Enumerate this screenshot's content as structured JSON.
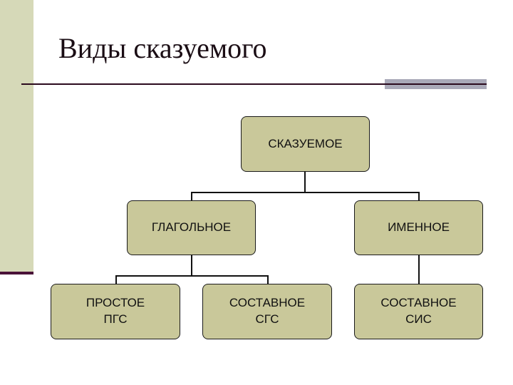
{
  "slide": {
    "title": "Виды сказуемого"
  },
  "diagram": {
    "root": "СКАЗУЕМОЕ",
    "verbal": "ГЛАГОЛЬНОЕ",
    "nominal": "ИМЕННОЕ",
    "simple": "ПРОСТОЕ\nПГС",
    "compound_verbal": "СОСТАВНОЕ\nСГС",
    "compound_nominal": "СОСТАВНОЕ\nСИС"
  },
  "colors": {
    "node_fill": "#c9c89a",
    "side_band": "#d6d9b8",
    "accent_dark": "#4a1238",
    "accent_gray": "#a9a9b8"
  }
}
